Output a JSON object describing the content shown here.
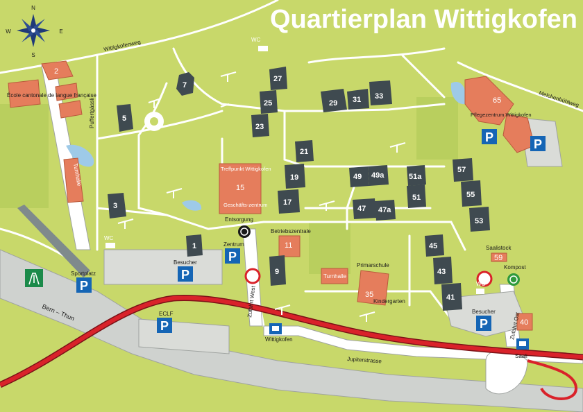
{
  "title": "Quartierplan Wittigkofen",
  "compass": {
    "n": "N",
    "s": "S",
    "e": "E",
    "w": "W"
  },
  "streets": {
    "wittigkofenweg": "Wittigkofenweg",
    "puffertgassli": "Puffertgässli",
    "melchenbuhlweg": "Melchenbühlweg",
    "jupiterstrasse": "Jupiterstrasse",
    "bern_thun": "Bern – Thun",
    "zufahrt_west": "Zufahrt West",
    "zufahrt_ost": "Zufahrt Ost"
  },
  "facilities": {
    "ecole": "École cantonale de langue française",
    "turnhalle_w": "Turnhalle",
    "treffpunkt": "Treffpunkt Wittigkofen",
    "gesch": "Geschäfts-zentrum",
    "entsorgung": "Entsorgung",
    "betriebszentrale": "Betriebszentrale",
    "primarschule": "Primarschule",
    "turnhalle_c": "Turnhalle",
    "kindergarten": "Kindergarten",
    "pflegezentrum": "Pflegezentrum Wittigkofen",
    "saalistock": "Saalistock",
    "kompost": "Kompost"
  },
  "parking": {
    "symbol": "P",
    "sportplatz": "Sportplatz",
    "besucher_w": "Besucher",
    "zentrum": "Zentrum",
    "ecl": "ECLF",
    "besucher_e": "Besucher"
  },
  "stops": {
    "wittigkofen": "Wittigkofen",
    "saali": "Saali"
  },
  "wc": {
    "w1": "WC",
    "w2": "WC",
    "w3": "WC"
  },
  "buildings": {
    "b2": "2",
    "b7": "7",
    "b5": "5",
    "b3": "3",
    "b1": "1",
    "b27": "27",
    "b25": "25",
    "b23": "23",
    "b29": "29",
    "b31": "31",
    "b33": "33",
    "b21": "21",
    "b19": "19",
    "b17": "17",
    "b9": "9",
    "b15": "15",
    "b11": "11",
    "b35": "35",
    "b49": "49",
    "b49a": "49a",
    "b47": "47",
    "b47a": "47a",
    "b51a": "51a",
    "b51": "51",
    "b57": "57",
    "b55": "55",
    "b53": "53",
    "b45": "45",
    "b43": "43",
    "b41": "41",
    "b65": "65",
    "b59": "59",
    "b40": "40"
  },
  "colors": {
    "grass": "#c8d86a",
    "path": "#ffffff",
    "building_dark": "#3f4a50",
    "building_orange": "#e57d5c",
    "parking_blue": "#1565b5",
    "rail_red": "#d9222a",
    "road_gray": "#cfd2cf"
  }
}
